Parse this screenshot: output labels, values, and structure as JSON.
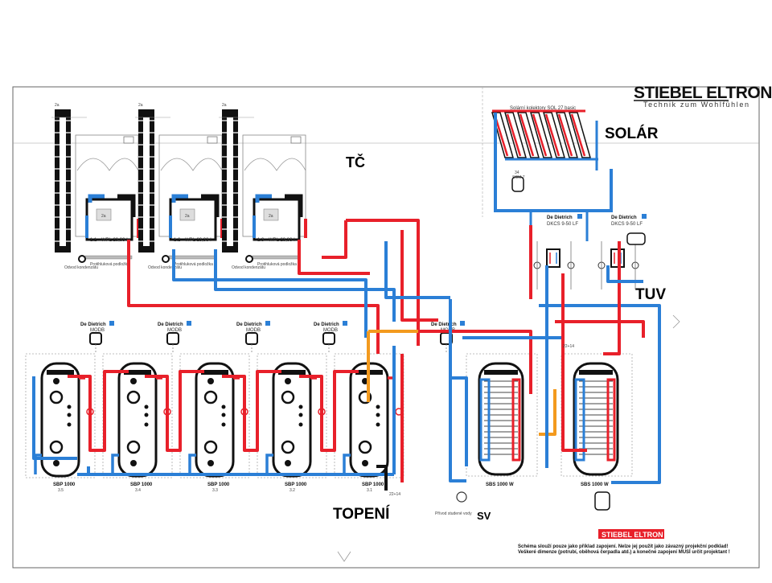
{
  "brand": {
    "name": "STIEBEL ELTRON",
    "slogan": "Technik zum Wohlfühlen",
    "footer_logo": "STIEBEL ELTRON"
  },
  "sections": {
    "tc": "TČ",
    "solar": "SOLÁR",
    "tuv": "TUV",
    "topeni": "TOPENÍ",
    "sv": "SV"
  },
  "solar": {
    "collectors": "Solární kolektory SOL 27 basic",
    "tank_code": "34",
    "tank_name": "SOM 7"
  },
  "heat_pumps": [
    {
      "label": "WPL 23,33 I",
      "num": "1.1",
      "drain": "Odvod kondenzátu",
      "base": "Protihluková podložka",
      "top_tag": "2a"
    },
    {
      "label": "WPL 23,33 I",
      "num": "1.2",
      "drain": "Odvod kondenzátu",
      "base": "Protihluková podložka",
      "top_tag": "2a"
    },
    {
      "label": "WPL 23,33 I",
      "num": "1.3",
      "drain": "Odvod kondenzátu",
      "base": "Protihluková podložka",
      "top_tag": "2a"
    }
  ],
  "modules": [
    {
      "label": "MODB",
      "brand": "De Dietrich"
    },
    {
      "label": "MODB",
      "brand": "De Dietrich"
    },
    {
      "label": "MODB",
      "brand": "De Dietrich"
    },
    {
      "label": "MODB",
      "brand": "De Dietrich"
    },
    {
      "label": "MODB",
      "brand": "De Dietrich"
    }
  ],
  "dkcs": [
    {
      "brand": "De Dietrich",
      "label": "DKCS 9-50 LF"
    },
    {
      "brand": "De Dietrich",
      "label": "DKCS 9-50 LF"
    }
  ],
  "tanks_sbp": [
    {
      "label": "SBP 1000",
      "num": "3.5"
    },
    {
      "label": "SBP 1000",
      "num": "3.4"
    },
    {
      "label": "SBP 1000",
      "num": "3.3"
    },
    {
      "label": "SBP 1000",
      "num": "3.2"
    },
    {
      "label": "SBP 1000",
      "num": "3.1"
    }
  ],
  "tanks_sbs": [
    {
      "label": "SBS 1000 W"
    },
    {
      "label": "SBS 1000 W"
    }
  ],
  "labels": {
    "cold_water": "Přívod studené vody",
    "note_22_14": "22+14"
  },
  "footer": {
    "line1": "Schéma slouží pouze jako příklad zapojení. Nelze jej použít jako závazný projekční podklad!",
    "line2": "Veškeré dimenze (potrubí, oběhová čerpadla atd.) a konečné zapojení MUSÍ určit projektant !"
  },
  "colors": {
    "hot": "#e8202a",
    "cold": "#2b7fd6",
    "orange": "#f39a1e",
    "black": "#111111",
    "frame": "#555555"
  }
}
